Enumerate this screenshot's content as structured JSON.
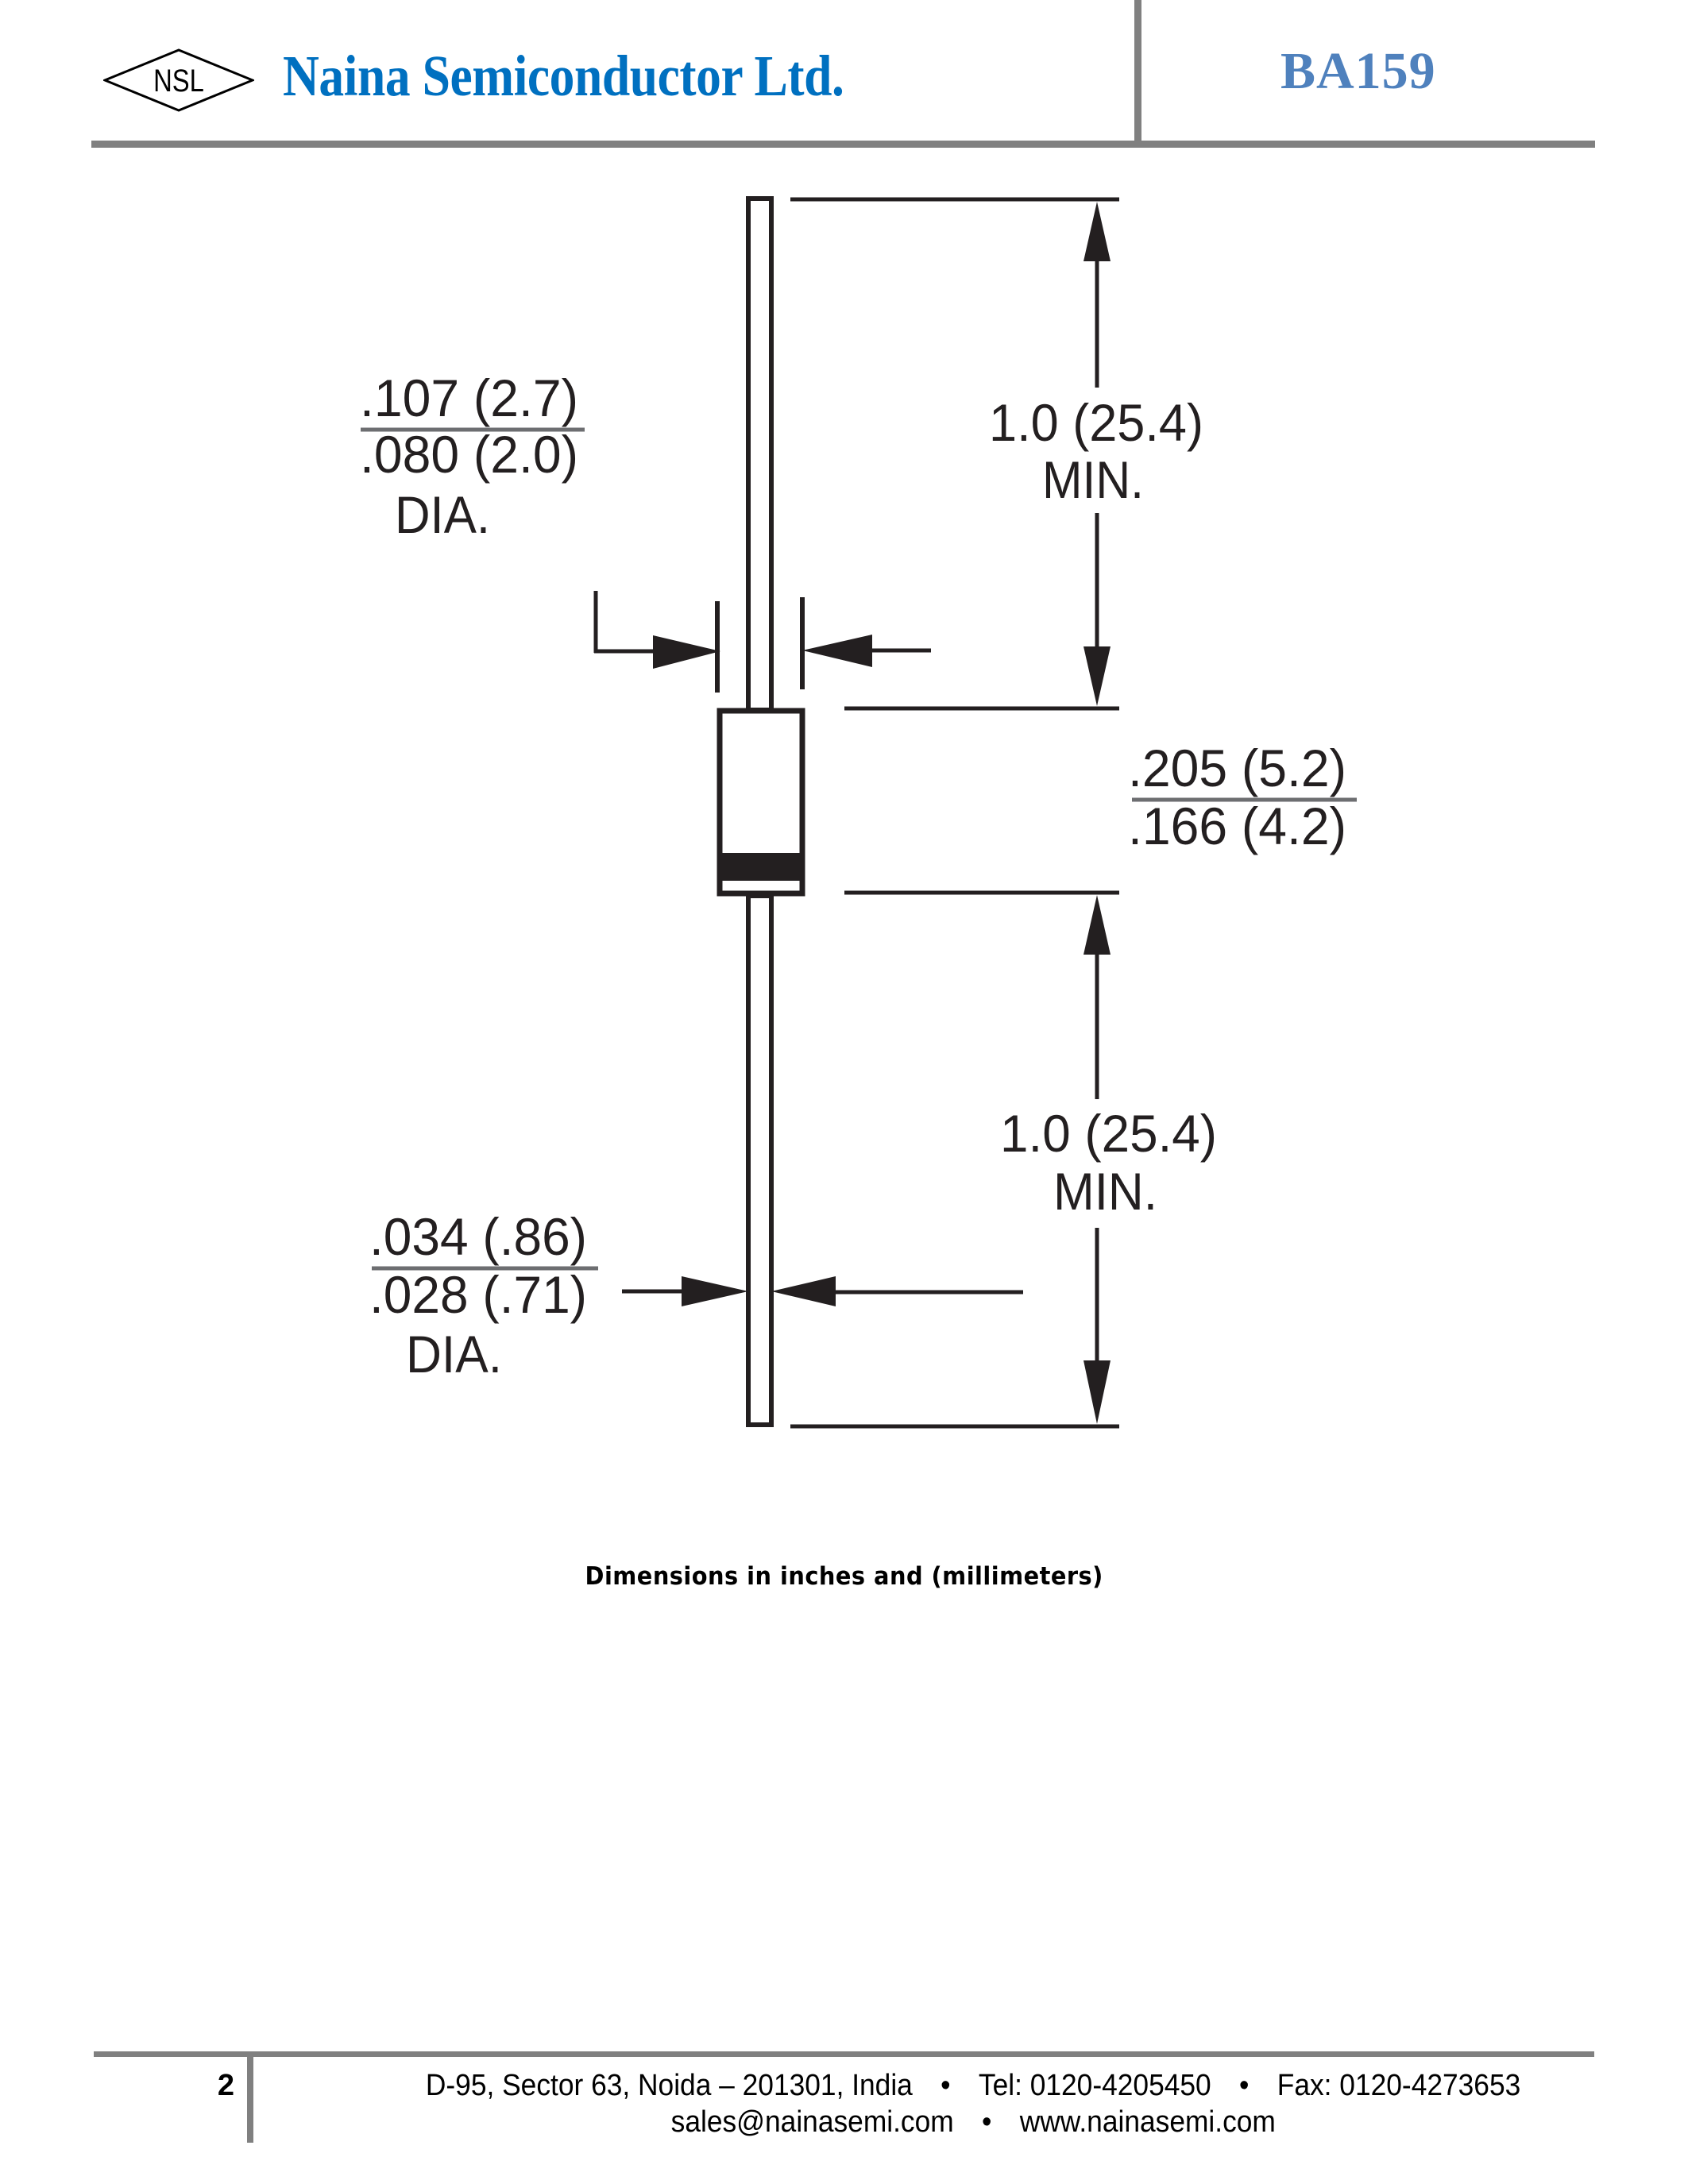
{
  "header": {
    "logo_text": "NSL",
    "company_name": "Naina Semiconductor Ltd.",
    "part_number": "BA159",
    "colors": {
      "company_name": "#0070c0",
      "part_number": "#4f81bd",
      "rules": "#808080"
    }
  },
  "drawing": {
    "lead_diameter_upper_dim": {
      "max": ".107 (2.7)",
      "min": ".080 (2.0)",
      "suffix": "DIA."
    },
    "top_lead_length": {
      "value": "1.0 (25.4)",
      "suffix": "MIN."
    },
    "body_length": {
      "max": ".205 (5.2)",
      "min": ".166 (4.2)"
    },
    "bottom_lead_length": {
      "value": "1.0 (25.4)",
      "suffix": "MIN."
    },
    "lead_diameter_lower_dim": {
      "max": ".034 (.86)",
      "min": ".028 (.71)",
      "suffix": "DIA."
    },
    "caption": "Dimensions in inches and (millimeters)"
  },
  "footer": {
    "page_number": "2",
    "address": "D-95, Sector 63, Noida – 201301, India",
    "bullet": "•",
    "tel": "Tel: 0120-4205450",
    "fax": "Fax: 0120-4273653",
    "email": "sales@nainasemi.com",
    "website": "www.nainasemi.com"
  }
}
